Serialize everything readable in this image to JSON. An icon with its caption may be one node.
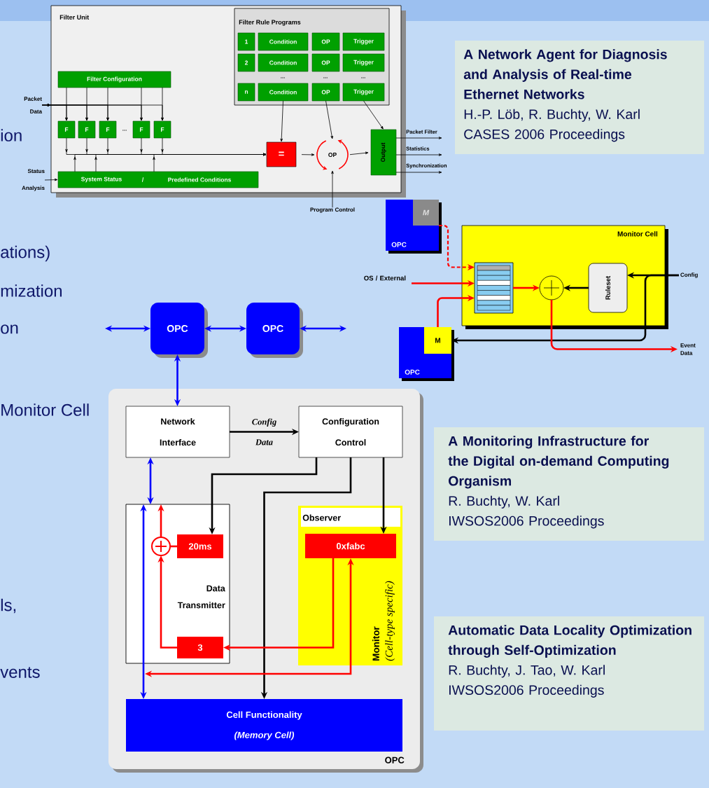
{
  "diagram": {
    "nodes": [
      {
        "text": [
          "Filter Unit"
        ]
      },
      {
        "text": [
          "Filter Rule Programs"
        ],
        "in": 0
      },
      {
        "text": [
          "1"
        ],
        "in": 1
      },
      {
        "text": [
          "Condition"
        ],
        "in": 1
      },
      {
        "text": [
          "OP"
        ],
        "in": 1
      },
      {
        "text": [
          "Trigger"
        ],
        "in": 1
      },
      {
        "text": [
          "2"
        ],
        "in": 1
      },
      {
        "text": [
          "Condition"
        ],
        "in": 1
      },
      {
        "text": [
          "OP"
        ],
        "in": 1
      },
      {
        "text": [
          "Trigger"
        ],
        "in": 1
      },
      {
        "text": [
          "n"
        ],
        "in": 1
      },
      {
        "text": [
          "Condition"
        ],
        "in": 1
      },
      {
        "text": [
          "OP"
        ],
        "in": 1
      },
      {
        "text": [
          "Trigger"
        ],
        "in": 1
      },
      {
        "text": [
          "Filter Configuration"
        ],
        "in": 0
      },
      {
        "text": [
          "F"
        ],
        "in": 0
      },
      {
        "text": [
          "F"
        ],
        "in": 0
      },
      {
        "text": [
          "F"
        ],
        "in": 0
      },
      {
        "text": [
          "F"
        ],
        "in": 0
      },
      {
        "text": [
          "F"
        ],
        "in": 0
      },
      {
        "text": [
          "System Status",
          "/",
          "Predefined Conditions"
        ],
        "in": 0
      },
      {
        "text": [
          "="
        ],
        "in": 0
      },
      {
        "text": [
          "OP"
        ],
        "in": 0
      },
      {
        "text": [
          "Output"
        ],
        "in": 0
      },
      {
        "text": [
          "Packet Data"
        ]
      },
      {
        "text": [
          "Status Analysis"
        ]
      },
      {
        "text": [
          "Program Control"
        ]
      },
      {
        "text": [
          "A Network Agent for Diagnosis and Analysis of Real-time Ethernet Networks",
          "H.-P. Löb, R. Buchty, W. Karl",
          "CASES 2006 Proceedings"
        ]
      },
      {
        "text": [
          "OPC"
        ]
      },
      {
        "text": [
          "M"
        ],
        "in": 28
      },
      {
        "text": [
          "OS / External"
        ]
      },
      {
        "text": [
          "Monitor Cell"
        ]
      },
      {
        "text": [],
        "shape": "box",
        "in": 31
      },
      {
        "text": [],
        "shape": "circle",
        "in": 31
      },
      {
        "text": [
          "Ruleset"
        ],
        "in": 31
      },
      {
        "text": [
          "OPC"
        ]
      },
      {
        "text": [
          "M"
        ],
        "in": 35
      },
      {
        "text": [
          "Config"
        ]
      },
      {
        "text": [
          "Event Data"
        ]
      },
      {
        "text": [
          "OPC"
        ]
      },
      {
        "text": [
          "OPC"
        ]
      },
      {
        "text": [
          "OPC"
        ]
      },
      {
        "text": [
          "Network Interface"
        ],
        "in": 41
      },
      {
        "text": [
          "Configuration Control"
        ],
        "in": 41
      },
      {
        "text": [
          "Data Transmitter"
        ],
        "in": 41
      },
      {
        "text": [],
        "shape": "circle",
        "in": 44
      },
      {
        "text": [
          "20ms"
        ],
        "in": 44
      },
      {
        "text": [
          "3"
        ],
        "in": 44
      },
      {
        "text": [
          "Observer",
          "Monitor",
          "(Cell-type specific)"
        ],
        "in": 41
      },
      {
        "text": [
          "0xfabc"
        ],
        "in": 48
      },
      {
        "text": [
          "Cell Functionality",
          "(Memory Cell)"
        ],
        "in": 41
      },
      {
        "text": [
          "A Monitoring Infrastructure for the Digital on-demand Computing Organism",
          "R. Buchty, W. Karl",
          "IWSOS2006 Proceedings"
        ]
      },
      {
        "text": [
          "Automatic Data Locality Optimization through Self-Optimization",
          "R. Buchty, J. Tao, W. Karl",
          "IWSOS2006 Proceedings"
        ]
      }
    ],
    "edges": [
      {
        "from": 24,
        "to": 15,
        "arrow": "to"
      },
      {
        "from": 24,
        "to": 16,
        "arrow": "to"
      },
      {
        "from": 24,
        "to": 17,
        "arrow": "to"
      },
      {
        "from": 24,
        "to": 18,
        "arrow": "to"
      },
      {
        "from": 24,
        "to": 19,
        "arrow": "to"
      },
      {
        "from": 14,
        "to": 15,
        "arrow": "to"
      },
      {
        "from": 14,
        "to": 16,
        "arrow": "to"
      },
      {
        "from": 14,
        "to": 17,
        "arrow": "to"
      },
      {
        "from": 14,
        "to": 18,
        "arrow": "to"
      },
      {
        "from": 14,
        "to": 19,
        "arrow": "to"
      },
      {
        "from": 15,
        "to": 21,
        "arrow": "to"
      },
      {
        "from": 16,
        "to": 21,
        "arrow": "to"
      },
      {
        "from": 17,
        "to": 21,
        "arrow": "to"
      },
      {
        "from": 18,
        "to": 21,
        "arrow": "to"
      },
      {
        "from": 19,
        "to": 21,
        "arrow": "to"
      },
      {
        "from": 20,
        "to": 21,
        "arrow": "to"
      },
      {
        "from": 25,
        "to": 20,
        "arrow": "to"
      },
      {
        "from": 11,
        "to": 21,
        "arrow": "to"
      },
      {
        "from": 12,
        "to": 22,
        "arrow": "to"
      },
      {
        "from": 13,
        "to": 23,
        "arrow": "to"
      },
      {
        "from": 21,
        "to": 22,
        "arrow": "to"
      },
      {
        "from": 22,
        "to": 23,
        "arrow": "to"
      },
      {
        "from": 26,
        "to": 22,
        "arrow": "to"
      },
      {
        "from": 23,
        "to": null,
        "arrow": "to",
        "label": "Packet Filter"
      },
      {
        "from": 23,
        "to": null,
        "arrow": "to",
        "label": "Statistics"
      },
      {
        "from": 23,
        "to": null,
        "arrow": "to",
        "label": "Synchronization"
      },
      {
        "from": 29,
        "to": 32,
        "arrow": "to",
        "style": "dashed",
        "color": "#ff0000"
      },
      {
        "from": 30,
        "to": 32,
        "arrow": "to",
        "style": "thick",
        "color": "#ff0000"
      },
      {
        "from": 36,
        "to": 32,
        "arrow": "to",
        "style": "thick",
        "color": "#ff0000"
      },
      {
        "from": 32,
        "to": 33,
        "arrow": "to",
        "style": "thick",
        "color": "#ff0000"
      },
      {
        "from": 34,
        "to": 33,
        "arrow": "to",
        "style": "thick"
      },
      {
        "from": 37,
        "to": 34,
        "arrow": "to",
        "style": "thick"
      },
      {
        "from": 37,
        "to": 36,
        "arrow": "to",
        "style": "thick"
      },
      {
        "from": 33,
        "to": 38,
        "arrow": "to",
        "style": "thick",
        "color": "#ff0000"
      },
      {
        "from": null,
        "to": 39,
        "arrow": "both",
        "style": "thick",
        "color": "#0000ff"
      },
      {
        "from": 39,
        "to": 40,
        "arrow": "both",
        "style": "thick",
        "color": "#0000ff"
      },
      {
        "from": 40,
        "to": null,
        "arrow": "both",
        "style": "thick",
        "color": "#0000ff"
      },
      {
        "from": 39,
        "to": 42,
        "arrow": "both",
        "style": "thick",
        "color": "#0000ff"
      },
      {
        "from": 42,
        "to": 43,
        "arrow": "to",
        "style": "thick",
        "label": "Config Data"
      },
      {
        "from": 42,
        "to": 44,
        "arrow": "both",
        "style": "thick",
        "color": "#0000ff"
      },
      {
        "from": 43,
        "to": 46,
        "arrow": "to",
        "style": "thick"
      },
      {
        "from": 43,
        "to": 50,
        "arrow": "to",
        "style": "thick"
      },
      {
        "from": 43,
        "to": 49,
        "arrow": "to",
        "style": "thick"
      },
      {
        "from": 46,
        "to": 45,
        "arrow": "none",
        "style": "thick",
        "color": "#ff0000"
      },
      {
        "from": 47,
        "to": 45,
        "arrow": "to",
        "style": "thick",
        "color": "#ff0000"
      },
      {
        "from": 45,
        "to": 44,
        "arrow": "to",
        "style": "thick",
        "color": "#ff0000"
      },
      {
        "from": 49,
        "to": 47,
        "arrow": "to",
        "style": "thick",
        "color": "#ff0000"
      },
      {
        "from": 44,
        "to": 50,
        "arrow": "both",
        "style": "thick",
        "color": "#0000ff"
      },
      {
        "from": 49,
        "to": 44,
        "arrow": "both",
        "style": "thick",
        "color": "#ff0000"
      },
      {
        "from": 20,
        "to": 21,
        "arrow": "to"
      },
      {
        "from": 20,
        "to": 21,
        "arrow": "to"
      }
    ],
    "labels": [
      "...",
      "...",
      "...",
      "...",
      "ion",
      "ations)",
      "mization",
      "on",
      "Monitor Cell",
      "ls,",
      "vents"
    ]
  }
}
